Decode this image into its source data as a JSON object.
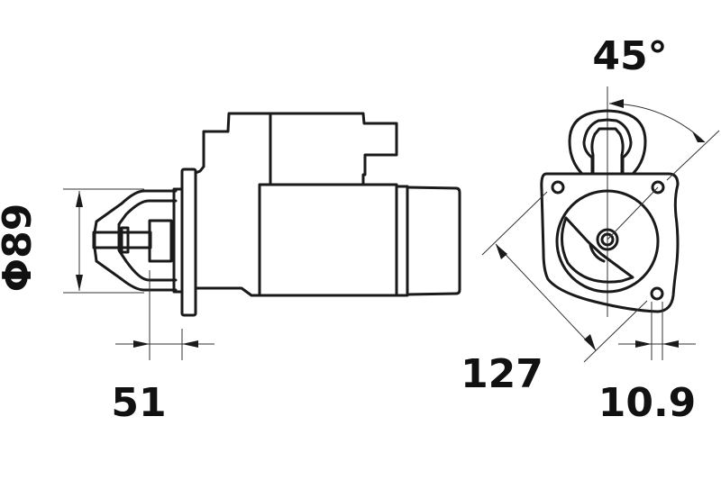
{
  "dimensions": {
    "diameter": "Φ89",
    "pinion_offset": "51",
    "angle": "45°",
    "mount_distance": "127",
    "hole_diameter": "10.9"
  }
}
